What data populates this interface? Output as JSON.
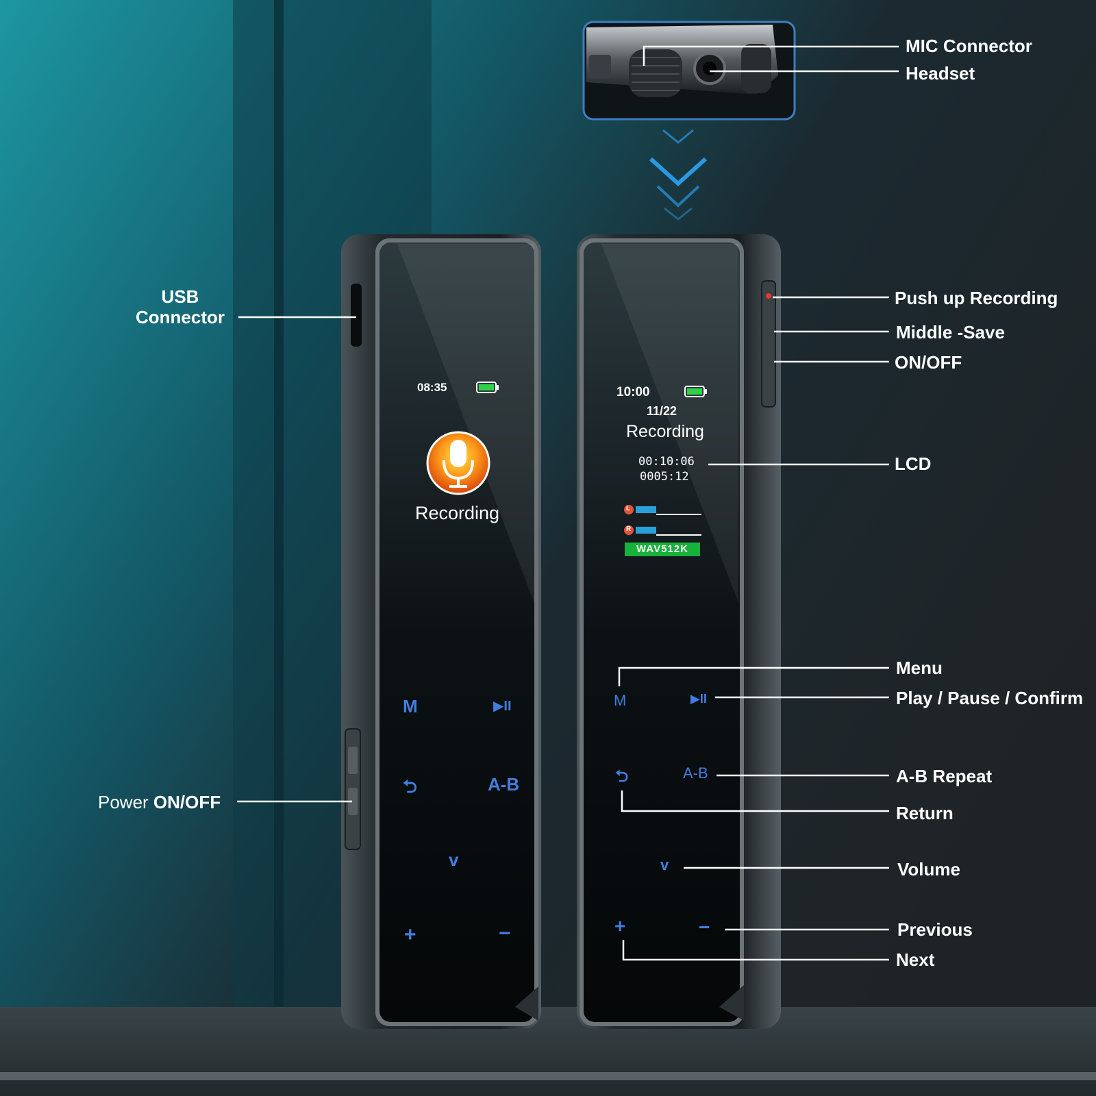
{
  "colors": {
    "background_dark": "#1e2a30",
    "background_teal": "#1a8a97",
    "leader_line": "#ffffff",
    "key_blue": "#3f7fe0",
    "battery_green": "#2fd34a",
    "format_badge_green": "#17b23a",
    "arrow_blue": "#2fa9ff"
  },
  "labels": {
    "mic_connector": "MIC Connector",
    "headset": "Headset",
    "usb_line1": "USB",
    "usb_line2": "Connector",
    "power_prefix": "Power ",
    "power_suffix": "ON/OFF",
    "push_up_recording": "Push up Recording",
    "middle_save": "Middle -Save",
    "on_off": "ON/OFF",
    "lcd": "LCD",
    "menu": "Menu",
    "play_pause_confirm": "Play / Pause / Confirm",
    "ab_repeat": "A-B Repeat",
    "return": "Return",
    "volume": "Volume",
    "previous": "Previous",
    "next": "Next"
  },
  "left_device": {
    "time": "08:35",
    "status": "Recording",
    "icons": [
      "battery-icon",
      "microphone-icon"
    ],
    "keys": {
      "menu": "M",
      "play": "▶II",
      "return": "⮌",
      "ab": "A-B",
      "volume": "v",
      "plus": "+",
      "minus": "−"
    }
  },
  "right_device": {
    "time": "10:00",
    "file_index": "11/22",
    "status": "Recording",
    "elapsed": "00:10:06",
    "remaining": "0005:12",
    "channel_left": "L",
    "channel_right": "R",
    "format": "WAV512K",
    "icons": [
      "battery-icon"
    ],
    "keys": {
      "menu": "M",
      "play": "▶II",
      "return": "⮌",
      "ab": "A-B",
      "volume": "v",
      "plus": "+",
      "minus": "−"
    }
  }
}
